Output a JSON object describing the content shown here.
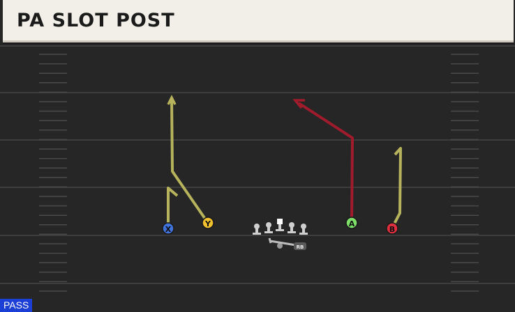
{
  "play": {
    "title": "PA SLOT POST",
    "type_badge": "PASS"
  },
  "players": [
    {
      "id": "x",
      "label": "X",
      "color": "#3f73d9"
    },
    {
      "id": "y",
      "label": "Y",
      "color": "#f2c12e"
    },
    {
      "id": "a",
      "label": "A",
      "color": "#7ee06a"
    },
    {
      "id": "b",
      "label": "B",
      "color": "#e0303f"
    }
  ],
  "backfield": {
    "rb_label": "RB"
  },
  "colors": {
    "field": "#262626",
    "yard_line": "#3d3d3d",
    "hash": "#5a5a5a",
    "route_primary": "#b6b35c",
    "route_hot": "#a01b2c",
    "lineman": "#cfcfcf",
    "badge": "#1c3fd6"
  }
}
